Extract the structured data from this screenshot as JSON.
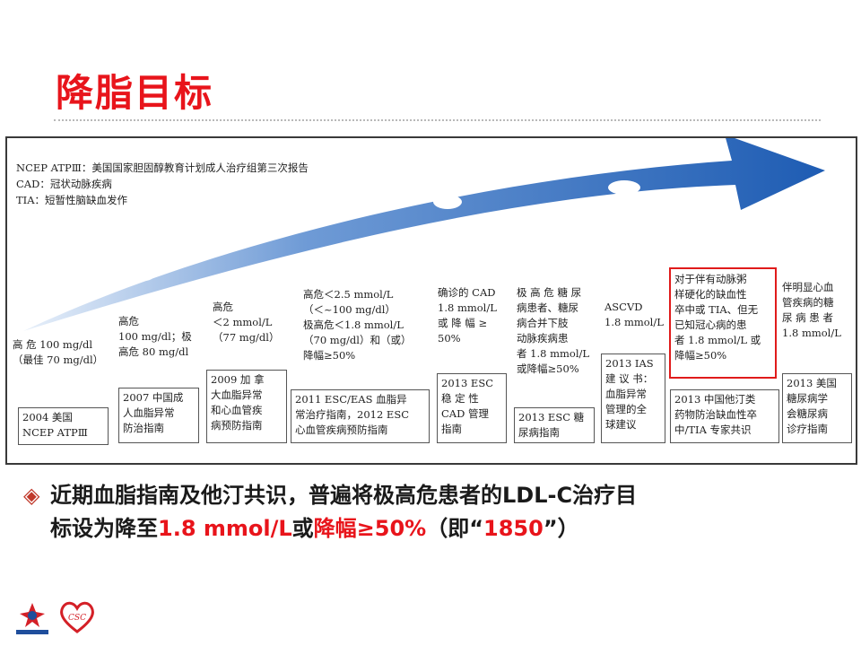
{
  "slide_title": "降脂目标",
  "legend": [
    "NCEP ATPⅢ：美国国家胆固醇教育计划成人治疗组第三次报告",
    "CAD：冠状动脉疾病",
    "TIA：短暂性脑缺血发作"
  ],
  "columns": [
    {
      "target": [
        "高 危 100 mg/dl",
        "（最佳 70 mg/dl）"
      ],
      "guideline": [
        "2004 美国",
        "NCEP ATPⅢ"
      ]
    },
    {
      "target": [
        "高危",
        "100 mg/dl；极",
        "高危 80 mg/dl"
      ],
      "guideline": [
        "2007 中国成",
        "人血脂异常",
        "防治指南"
      ]
    },
    {
      "target": [
        "高危",
        "＜2 mmol/L",
        "（77 mg/dl）"
      ],
      "guideline": [
        "2009 加 拿",
        "大血脂异常",
        "和心血管疾",
        "病预防指南"
      ]
    },
    {
      "target": [
        "高危＜2.5 mmol/L",
        "（＜~100 mg/dl）",
        "极高危＜1.8 mmol/L",
        "（70 mg/dl）和（或）",
        "降幅≥50%"
      ],
      "guideline": [
        "2011 ESC/EAS 血脂异",
        "常治疗指南，2012 ESC",
        "心血管疾病预防指南"
      ]
    },
    {
      "target": [
        "确诊的 CAD",
        "1.8  mmol/L",
        "或 降 幅 ≥",
        "50%"
      ],
      "guideline": [
        "2013 ESC",
        "稳 定 性",
        "CAD 管理",
        "指南"
      ]
    },
    {
      "target": [
        "极 高 危 糖 尿",
        "病患者、糖尿",
        "病合并下肢",
        "动脉疾病患",
        "者 1.8 mmol/L",
        "或降幅≥50%"
      ],
      "guideline": [
        "2013 ESC 糖",
        "尿病指南"
      ]
    },
    {
      "target": [
        "ASCVD",
        "1.8 mmol/L"
      ],
      "guideline": [
        "2013 IAS",
        "建 议 书：",
        "血脂异常",
        "管理的全",
        "球建议"
      ]
    },
    {
      "target": [
        "对于伴有动脉粥",
        "样硬化的缺血性",
        "卒中或 TIA、但无",
        "已知冠心病的患",
        "者 1.8 mmol/L 或",
        "降幅≥50%"
      ],
      "guideline": [
        "2013 中国他汀类",
        "药物防治缺血性卒",
        "中/TIA 专家共识"
      ]
    },
    {
      "target": [
        "伴明显心血",
        "管疾病的糖",
        "尿 病 患 者",
        "1.8 mmol/L"
      ],
      "guideline": [
        "2013 美国",
        "糖尿病学",
        "会糖尿病",
        "诊疗指南"
      ]
    }
  ],
  "bullet_symbol": "◈",
  "summary": {
    "line1": "近期血脂指南及他汀共识，普遍将极高危患者的LDL-C治疗目",
    "line2_pre": "标设为降至",
    "line2_red1": "1.8 mmol/L",
    "line2_mid": "或",
    "line2_red2": "降幅≥50%",
    "line2_post1": "（即“",
    "line2_red3": "1850",
    "line2_post2": "”）"
  },
  "colors": {
    "title_red": "#e8141b",
    "arrow_blue": "#1e5cb3",
    "highlight_red": "#e01b1b"
  },
  "logos": {
    "logo1_text": "",
    "logo2_text": "CSC"
  }
}
